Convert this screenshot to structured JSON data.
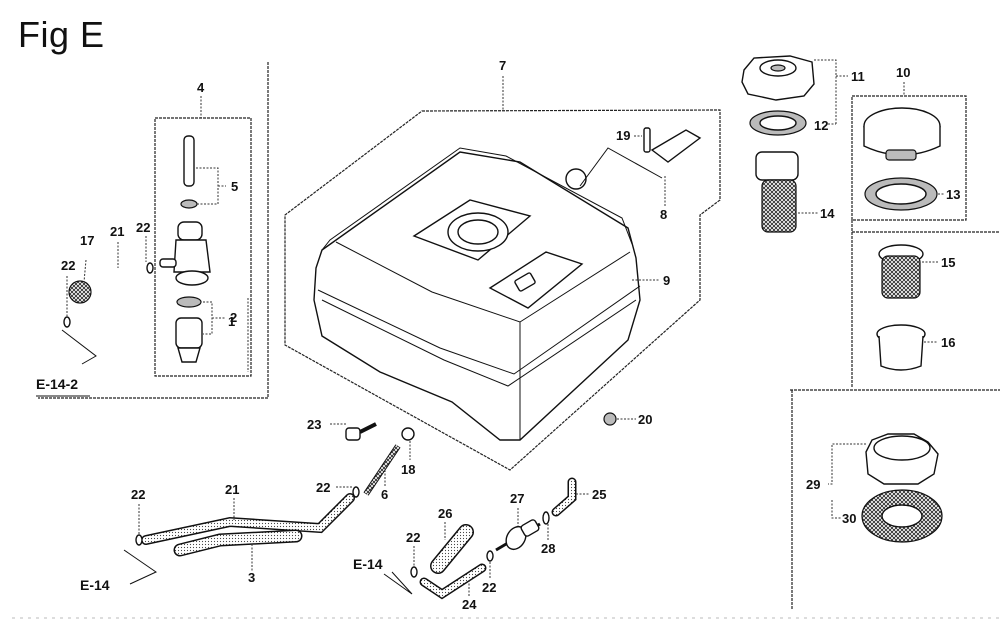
{
  "figure": {
    "title": "Fig E",
    "subject": "Fuel tank assembly exploded parts diagram"
  },
  "callouts": [
    {
      "id": "c1",
      "label": "1"
    },
    {
      "id": "c2",
      "label": "2"
    },
    {
      "id": "c3",
      "label": "3"
    },
    {
      "id": "c4",
      "label": "4"
    },
    {
      "id": "c5",
      "label": "5"
    },
    {
      "id": "c6",
      "label": "6"
    },
    {
      "id": "c7",
      "label": "7"
    },
    {
      "id": "c8",
      "label": "8"
    },
    {
      "id": "c9",
      "label": "9"
    },
    {
      "id": "c10",
      "label": "10"
    },
    {
      "id": "c11",
      "label": "11"
    },
    {
      "id": "c12",
      "label": "12"
    },
    {
      "id": "c13",
      "label": "13"
    },
    {
      "id": "c14",
      "label": "14"
    },
    {
      "id": "c15",
      "label": "15"
    },
    {
      "id": "c16",
      "label": "16"
    },
    {
      "id": "c17",
      "label": "17"
    },
    {
      "id": "c18",
      "label": "18"
    },
    {
      "id": "c19",
      "label": "19"
    },
    {
      "id": "c20",
      "label": "20"
    },
    {
      "id": "c21a",
      "label": "21"
    },
    {
      "id": "c21b",
      "label": "21"
    },
    {
      "id": "c22a",
      "label": "22"
    },
    {
      "id": "c22b",
      "label": "22"
    },
    {
      "id": "c22c",
      "label": "22"
    },
    {
      "id": "c22d",
      "label": "22"
    },
    {
      "id": "c22e",
      "label": "22"
    },
    {
      "id": "c22f",
      "label": "22"
    },
    {
      "id": "c23",
      "label": "23"
    },
    {
      "id": "c24",
      "label": "24"
    },
    {
      "id": "c25",
      "label": "25"
    },
    {
      "id": "c26",
      "label": "26"
    },
    {
      "id": "c27",
      "label": "27"
    },
    {
      "id": "c28",
      "label": "28"
    },
    {
      "id": "c29",
      "label": "29"
    },
    {
      "id": "c30",
      "label": "30"
    }
  ],
  "references": {
    "e14_2": "E-14-2",
    "e14_left": "E-14",
    "e14_mid": "E-14"
  }
}
